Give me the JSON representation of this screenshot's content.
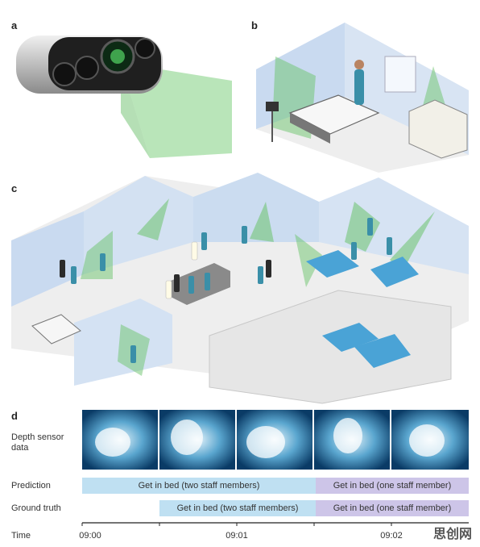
{
  "panels": {
    "a": "a",
    "b": "b",
    "c": "c",
    "d": "d"
  },
  "rows": {
    "depth": "Depth sensor data",
    "prediction": "Prediction",
    "ground_truth": "Ground truth",
    "time": "Time"
  },
  "timeline": {
    "ticks": [
      "09:00",
      "09:01",
      "09:02"
    ],
    "prediction_segments": [
      {
        "label": "Get in bed (two staff members)",
        "color": "#bfe0f2"
      },
      {
        "label": "Get in bed (one staff member)",
        "color": "#cdc5e8"
      }
    ],
    "ground_truth_segments": [
      {
        "label": "Get in bed (two staff members)",
        "color": "#bfe0f2"
      },
      {
        "label": "Get in bed (one staff member)",
        "color": "#cdc5e8"
      }
    ]
  },
  "colors": {
    "sensor_green": "#6cc36c",
    "wall_blue": "#c9daf0",
    "floor_grey": "#dcdcdc",
    "staff_teal": "#3a8fa8",
    "depth_dark": "#0a3b66"
  },
  "watermark": "思创网"
}
